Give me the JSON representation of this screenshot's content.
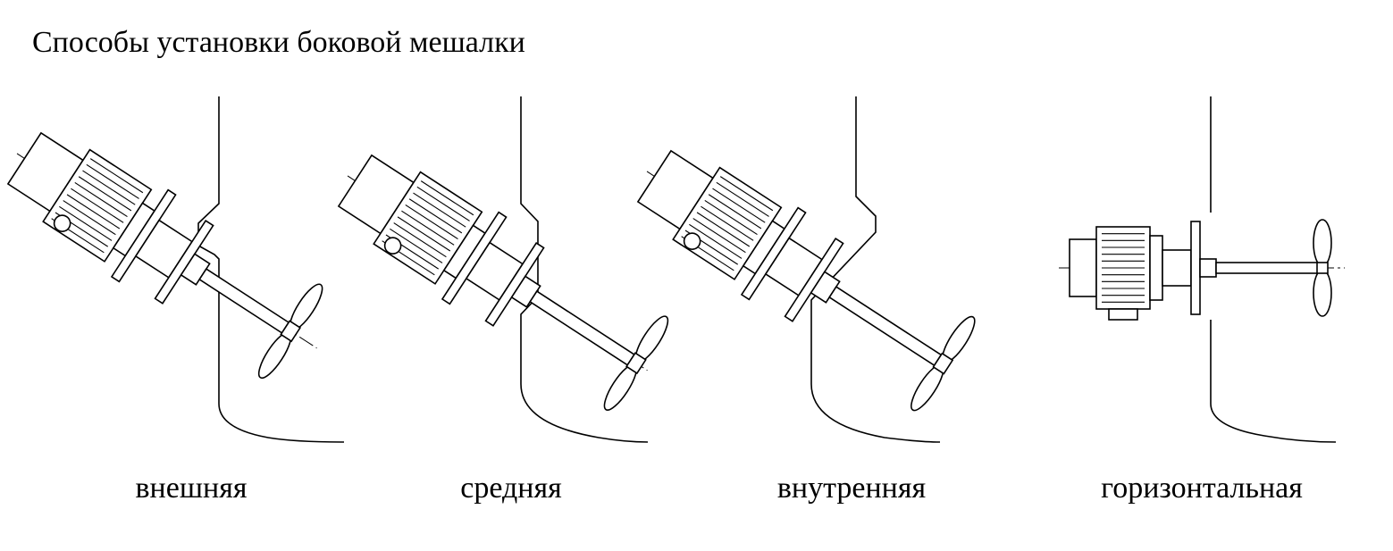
{
  "title": "Способы установки боковой мешалки",
  "variants": [
    {
      "label": "внешняя"
    },
    {
      "label": "средняя"
    },
    {
      "label": "внутренняя"
    },
    {
      "label": "горизонтальная"
    }
  ]
}
